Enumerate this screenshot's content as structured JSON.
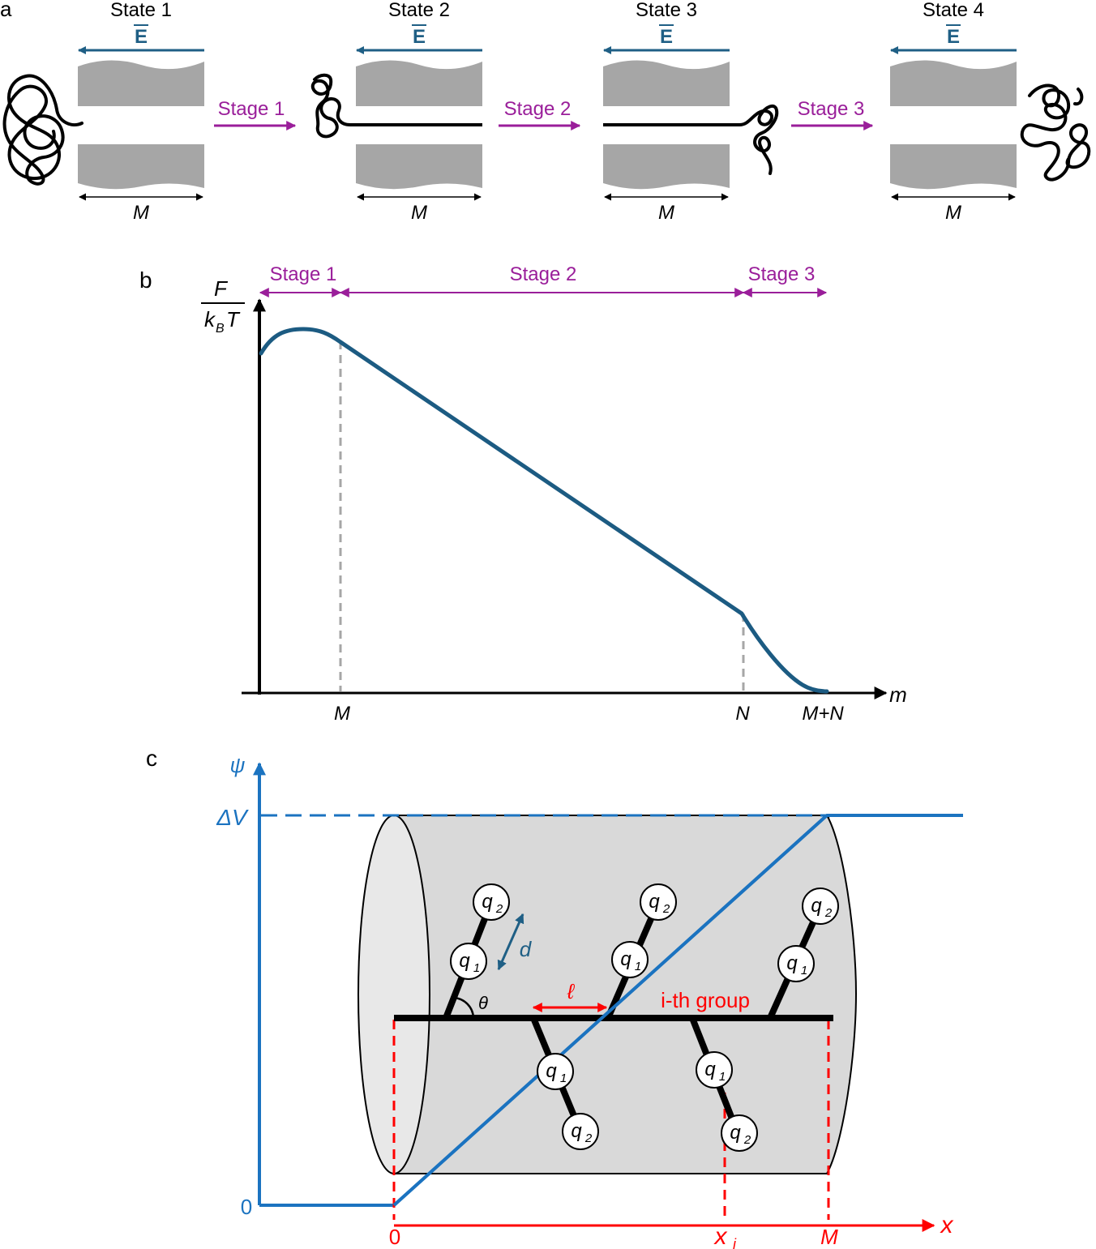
{
  "colors": {
    "field_arrow": "#1f5f85",
    "stage_arrow": "#9a1e9a",
    "curve": "#1c5b82",
    "pore": "#a6a6a6",
    "potential": "#1b73c0",
    "coordinate": "#ff0000",
    "cylinder": "#d9d9d9"
  },
  "panel_a": {
    "panel_label": "a",
    "states": [
      "State 1",
      "State 2",
      "State 3",
      "State 4"
    ],
    "field_label": "E",
    "pore_length_label": "M",
    "stages": [
      "Stage 1",
      "Stage 2",
      "Stage 3"
    ]
  },
  "panel_b": {
    "panel_label": "b",
    "y_label_num": "F",
    "y_label_den_k": "k",
    "y_label_den_sub": "B",
    "y_label_den_t": "T",
    "x_label": "m",
    "ticks": [
      "M",
      "N",
      "M+N"
    ],
    "stages": [
      "Stage 1",
      "Stage 2",
      "Stage 3"
    ]
  },
  "panel_c": {
    "panel_label": "c",
    "y_label": "ψ",
    "y_top": "ΔV",
    "y_zero": "0",
    "x_label": "x",
    "x_ticks": {
      "zero": "0",
      "xi_main": "x",
      "xi_sub": "i",
      "end": "M"
    },
    "charge1_main": "q",
    "charge1_sub": "1",
    "charge2_main": "q",
    "charge2_sub": "2",
    "angle_label": "θ",
    "distance_label": "d",
    "spacing_label": "ℓ",
    "group_label": "i-th group"
  }
}
